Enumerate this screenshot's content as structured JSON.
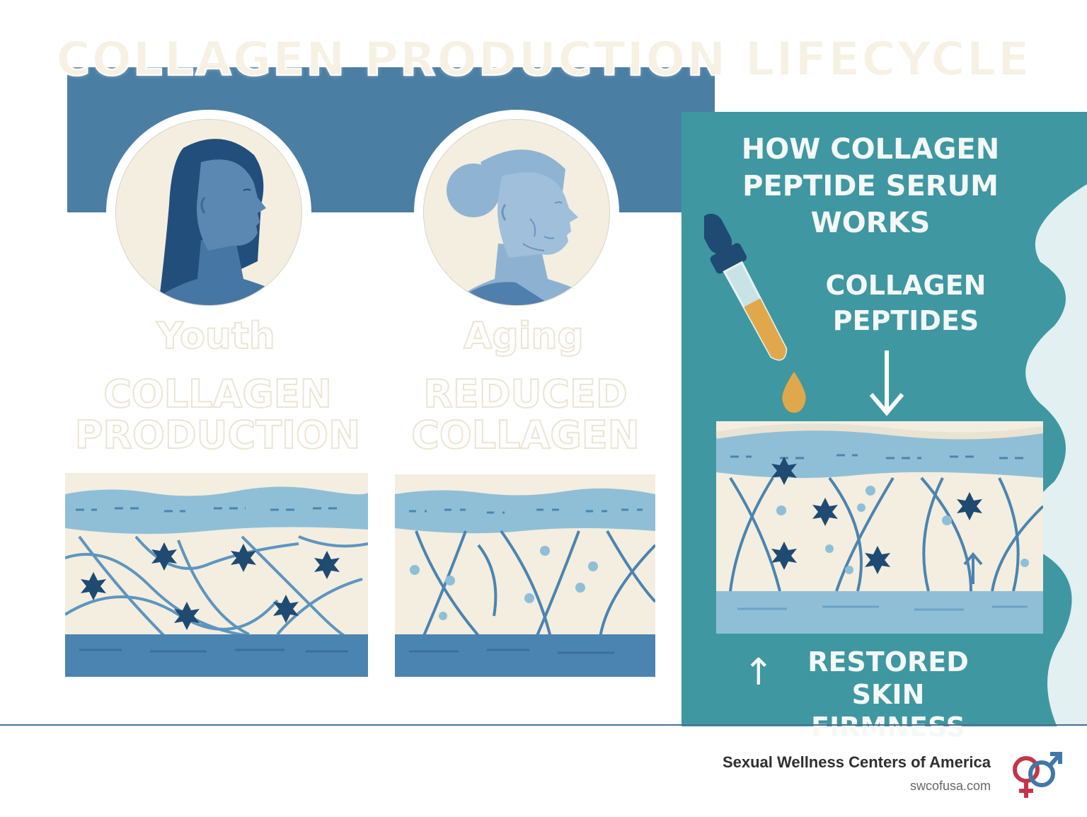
{
  "title": "COLLAGEN PRODUCTION LIFECYCLE",
  "stages": {
    "youth": {
      "label": "Youth",
      "caption": "COLLAGEN PRODUCTION"
    },
    "aging": {
      "label": "Aging",
      "caption": "REDUCED COLLAGEN"
    }
  },
  "serum": {
    "title": "HOW COLLAGEN PEPTIDE SERUM WORKS",
    "peptides_label": "COLLAGEN PEPTIDES",
    "result_label": "RESTORED SKIN FIRMNESS",
    "result_arrow": "↑"
  },
  "footer": {
    "organization": "Sexual Wellness Centers of America",
    "url": "swcofusa.com"
  },
  "colors": {
    "banner": "#4b7ea3",
    "serum_panel": "#3f97a1",
    "cream": "#f3eedf",
    "navy": "#1f4a72",
    "light_blue": "#8fbfd6",
    "mid_blue": "#4b84b0",
    "logo_red": "#c2364a",
    "logo_blue": "#3f78a8"
  },
  "icons": [
    "dropper-icon",
    "droplet-icon",
    "down-arrow-icon",
    "up-arrow-icon",
    "fibroblast-cell-icon",
    "gender-logo-icon"
  ]
}
